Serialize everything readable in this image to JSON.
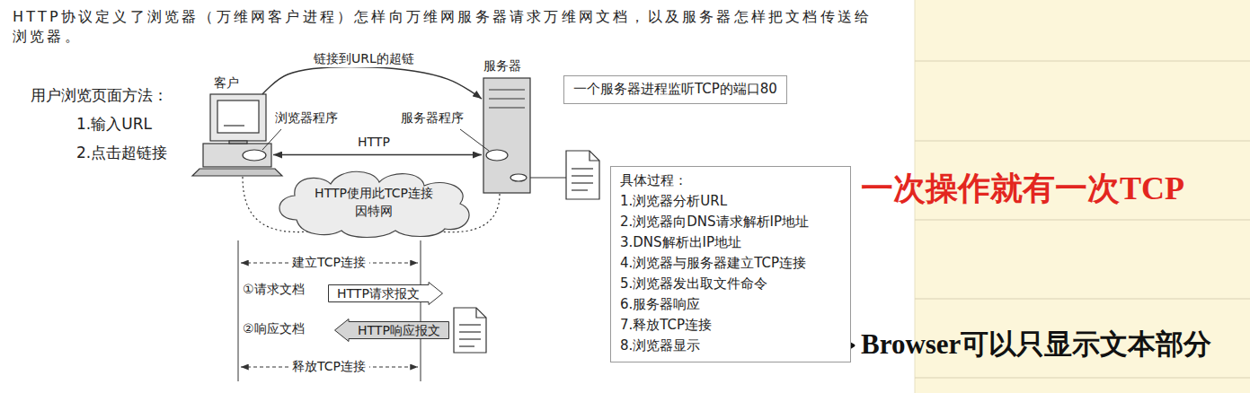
{
  "diagram": {
    "nodes": [
      {
        "text": [
          "客户",
          "浏览器程序"
        ]
      },
      {
        "text": [
          "服务器",
          "服务器程序"
        ]
      },
      {
        "text": [
          "一个服务器进程监听TCP的端口80"
        ]
      },
      {
        "text": [
          "HTTP使用此TCP连接",
          "因特网"
        ]
      },
      {
        "text": [
          "具体过程：",
          "1.浏览器分析URL",
          "2.浏览器向DNS请求解析IP地址",
          "3.DNS解析出IP地址",
          "4.浏览器与服务器建立TCP连接",
          "5.浏览器发出取文件命令",
          "6.服务器响应",
          "7.释放TCP连接",
          "8.浏览器显示"
        ]
      },
      {
        "text": [
          "HTTP请求报文"
        ]
      },
      {
        "text": [
          "HTTP响应报文"
        ]
      }
    ],
    "edges": [
      {
        "from": 0,
        "to": 1,
        "arrow": "to",
        "label": "链接到URL的超链"
      },
      {
        "from": 0,
        "to": 1,
        "arrow": "both",
        "label": "HTTP"
      }
    ],
    "labels": [
      "HTTP协议定义了浏览器（万维网客户进程）怎样向万维网服务器请求万维网文档，以及服务器怎样把文档传送给浏览器。",
      "用户浏览页面方法：",
      "1.输入URL",
      "2.点击超链接",
      "建立TCP连接",
      "①请求文档",
      "②响应文档",
      "释放TCP连接",
      "一次操作就有一次TCP",
      "Browser可以只显示文本部分"
    ]
  }
}
